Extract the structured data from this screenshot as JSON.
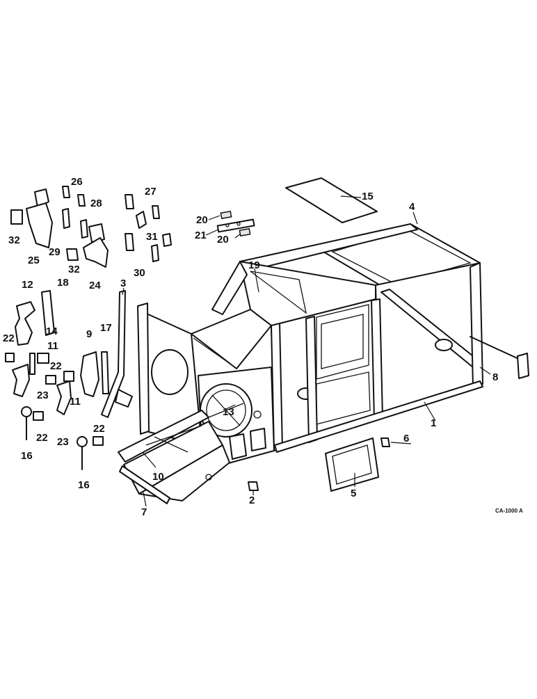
{
  "drawing_code": "CA-1000 A",
  "callouts": [
    "1",
    "2",
    "3",
    "4",
    "5",
    "6",
    "7",
    "8",
    "9",
    "10",
    "11",
    "12",
    "13",
    "14",
    "15",
    "16",
    "17",
    "18",
    "19",
    "20",
    "21",
    "22",
    "23",
    "24",
    "25",
    "26",
    "27",
    "28",
    "29",
    "30",
    "31",
    "32"
  ]
}
